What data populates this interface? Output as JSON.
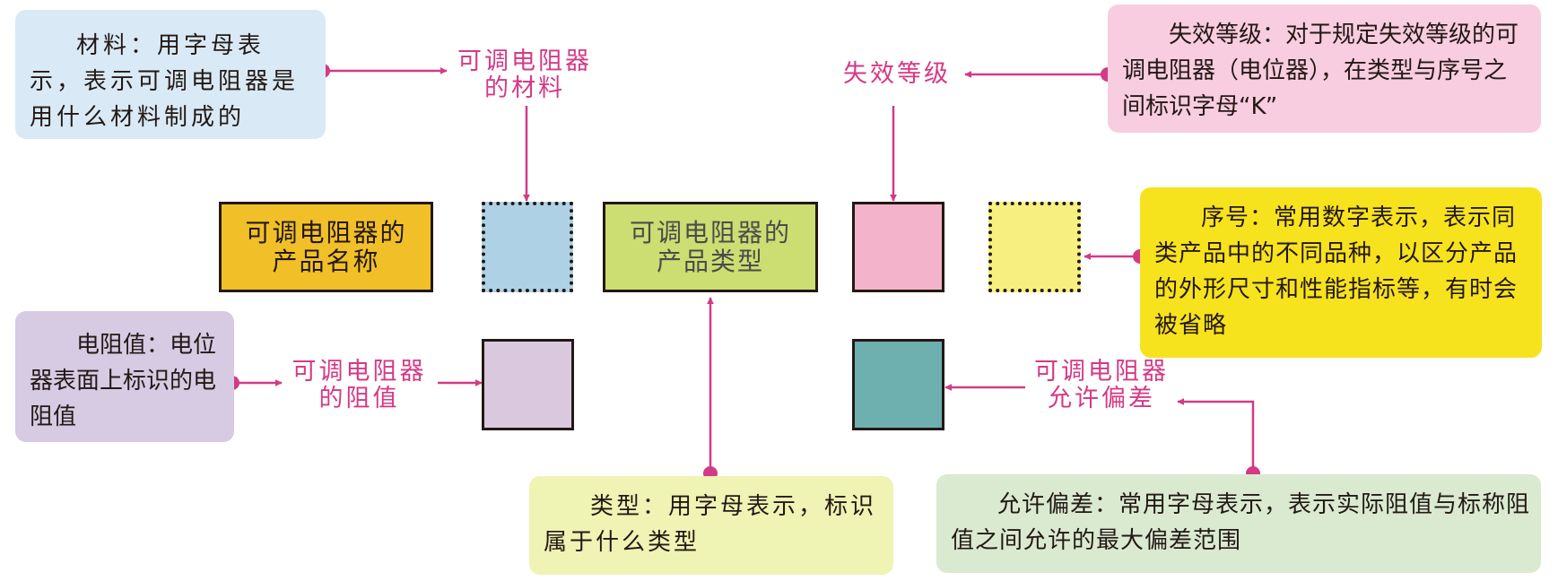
{
  "colors": {
    "accent": "#d43a85",
    "callout_material": "#d9eaf6",
    "callout_failure": "#f8cde0",
    "callout_serial": "#f7e21e",
    "callout_resistance": "#d7cae3",
    "callout_type": "#eff3b3",
    "callout_tolerance": "#d9ead1",
    "box_name": "#f1c028",
    "box_material": "#aed1e6",
    "box_type": "#ccdd72",
    "box_failure": "#f3b3cb",
    "box_serial": "#f7f080",
    "box_resistance": "#dac9de",
    "box_tolerance": "#6eafb0"
  },
  "callouts": {
    "material": "材料：用字母表示，表示可调电阻器是用什么材料制成的",
    "failure": "失效等级：对于规定失效等级的可调电阻器（电位器），在类型与序号之间标识字母“K”",
    "serial": "序号：常用数字表示，表示同类产品中的不同品种，以区分产品的外形尺寸和性能指标等，有时会被省略",
    "resistance": "电阻值：电位器表面上标识的电阻值",
    "type": "类型：用字母表示，标识属于什么类型",
    "tolerance": "允许偏差：常用字母表示，表示实际阻值与标称阻值之间允许的最大偏差范围"
  },
  "labels": {
    "material_line1": "可调电阻器",
    "material_line2": "的材料",
    "failure": "失效等级",
    "resistance_line1": "可调电阻器",
    "resistance_line2": "的阻值",
    "tolerance_line1": "可调电阻器",
    "tolerance_line2": "允许偏差"
  },
  "boxes": {
    "name_line1": "可调电阻器的",
    "name_line2": "产品名称",
    "type_line1": "可调电阻器的",
    "type_line2": "产品类型"
  }
}
